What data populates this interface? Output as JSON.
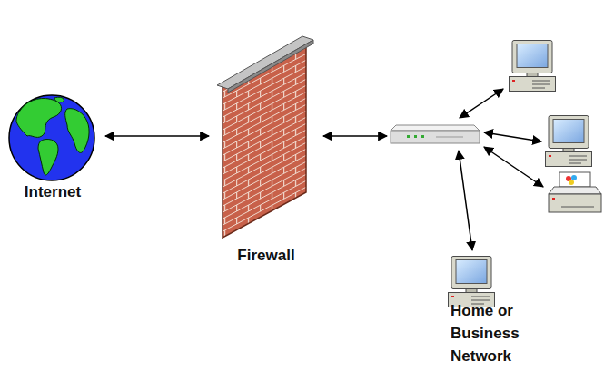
{
  "diagram": {
    "nodes": [
      {
        "text": [
          "Internet"
        ]
      },
      {
        "text": [
          "Firewall"
        ]
      },
      {
        "text": [
          "Home or Business Network"
        ]
      }
    ],
    "edges": [
      {
        "from": 0,
        "to": 1,
        "arrow": "both"
      },
      {
        "from": 1,
        "to": 2,
        "arrow": "both"
      }
    ]
  }
}
